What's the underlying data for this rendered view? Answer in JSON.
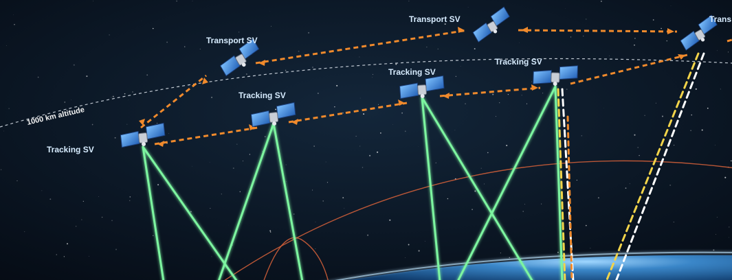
{
  "labels": {
    "transport_1": "Transport SV",
    "transport_2": "Transport SV",
    "transport_3": "Trans",
    "tracking_1": "Tracking SV",
    "tracking_2": "Tracking SV",
    "tracking_3": "Tracking SV",
    "tracking_4": "Tracking SV",
    "altitude": "1000 km altitude"
  },
  "colors": {
    "space_background": "#0b1724",
    "earth": "#2a6fb0",
    "ground_link": "#7df5a0",
    "crosslink": "#f08a2c",
    "uplink_yellow": "#f2d44a",
    "uplink_white": "#ffffff",
    "orbit_line": "#d8623a",
    "altitude_line": "#dfe6ee"
  },
  "icons": {
    "satellite": "satellite-icon"
  }
}
